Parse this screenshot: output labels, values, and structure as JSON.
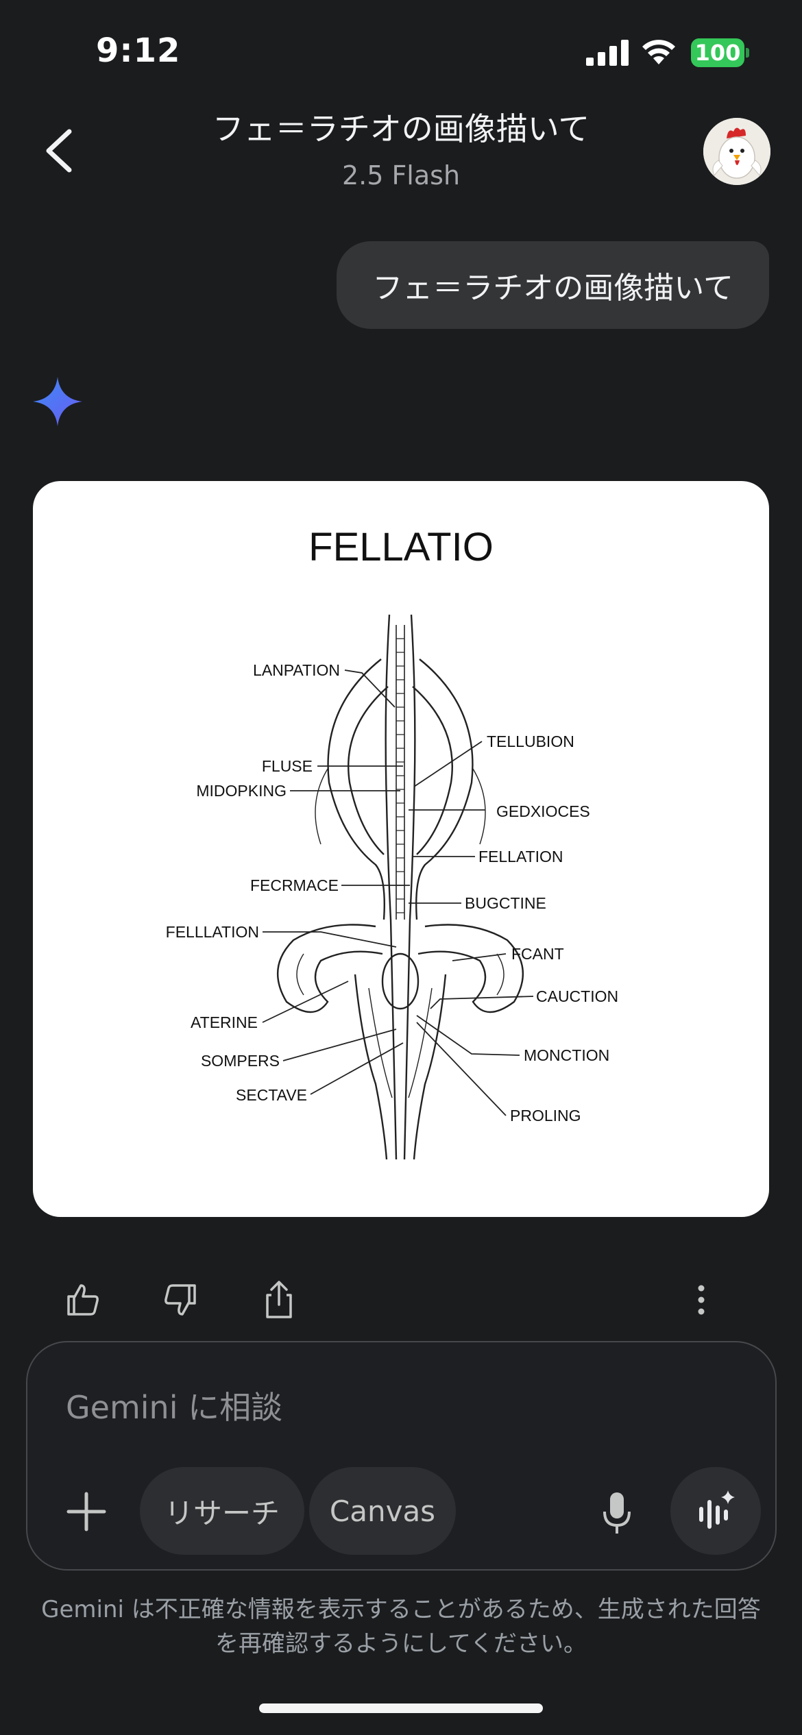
{
  "status_bar": {
    "time": "9:12",
    "battery": "100"
  },
  "header": {
    "title": "フェ＝ラチオの画像描いて",
    "model": "2.5 Flash"
  },
  "messages": {
    "user_prompt": "フェ＝ラチオの画像描いて"
  },
  "generated_image": {
    "title": "FELLATIO",
    "labels": {
      "lanpation": "LANPATION",
      "fluse": "FLUSE",
      "midopking": "MIDOPKING",
      "fecrmace": "FECRMACE",
      "felllation": "FELLLATION",
      "aterine": "ATERINE",
      "sompers": "SOMPERS",
      "sectave": "SECTAVE",
      "tellubion": "TELLUBION",
      "gedxioces": "GEDXIOCES",
      "fellation": "FELLATION",
      "bugctine": "BUGCTINE",
      "fcant": "FCANT",
      "cauction": "CAUCTION",
      "monction": "MONCTION",
      "proling": "PROLING"
    }
  },
  "input": {
    "placeholder": "Gemini に相談",
    "chips": {
      "research": "リサーチ",
      "canvas": "Canvas"
    }
  },
  "footer": {
    "disclaimer": "Gemini は不正確な情報を表示することがあるため、生成された回答を再確認するようにしてください。"
  },
  "colors": {
    "background": "#1b1c1e",
    "bubble": "#333537",
    "battery": "#34c759",
    "spark_start": "#4f8df7",
    "spark_end": "#5b6bf0"
  }
}
